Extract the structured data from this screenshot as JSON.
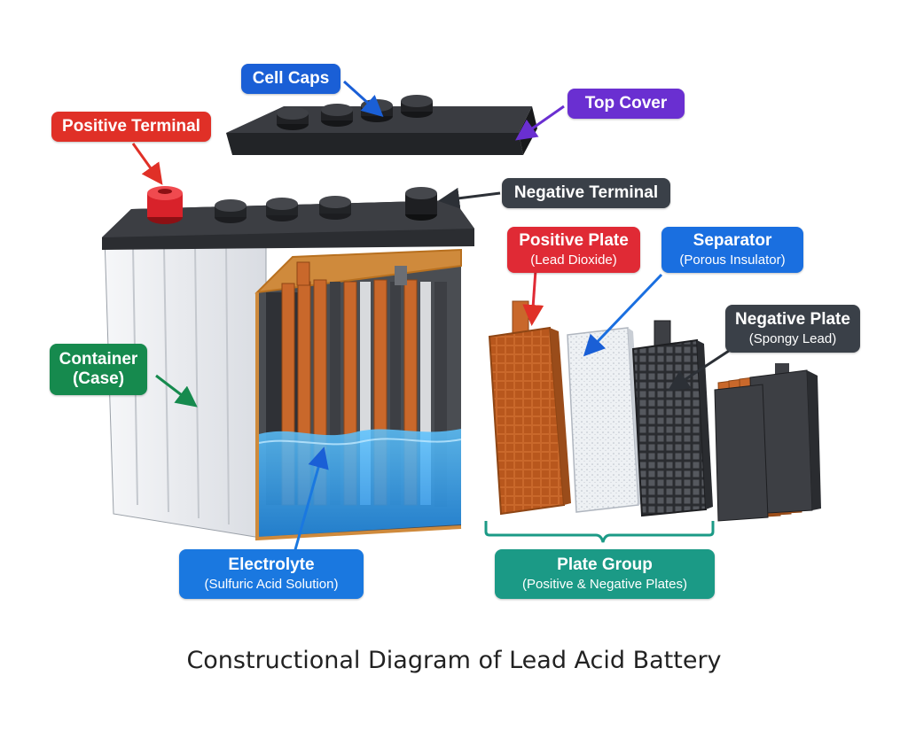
{
  "caption": "Constructional Diagram of Lead Acid Battery",
  "labels": {
    "cell_caps": {
      "main": "Cell Caps",
      "color": "#1a5fd6"
    },
    "top_cover": {
      "main": "Top Cover",
      "color": "#6a2fd1"
    },
    "positive_terminal": {
      "main": "Positive Terminal",
      "color": "#e03027"
    },
    "negative_terminal": {
      "main": "Negative Terminal",
      "color": "#3a4048"
    },
    "positive_plate": {
      "main": "Positive Plate",
      "sub": "(Lead Dioxide)",
      "color": "#e02a35"
    },
    "separator": {
      "main": "Separator",
      "sub": "(Porous Insulator)",
      "color": "#1a6fe0"
    },
    "negative_plate": {
      "main": "Negative Plate",
      "sub": "(Spongy Lead)",
      "color": "#3a4048"
    },
    "container": {
      "main": "Container",
      "sub": "(Case)",
      "color": "#168a4e"
    },
    "electrolyte": {
      "main": "Electrolyte",
      "sub": "(Sulfuric Acid Solution)",
      "color": "#1a78e0"
    },
    "plate_group": {
      "main": "Plate Group",
      "sub": "(Positive & Negative Plates)",
      "color": "#1b9a86"
    }
  },
  "colors": {
    "copper": "#c8672a",
    "dark_plate": "#3d3f44",
    "case": "#e8eaee",
    "lid": "#2b2d31",
    "electrolyte": "#33a8ef",
    "terminal_positive": "#d8222a"
  }
}
